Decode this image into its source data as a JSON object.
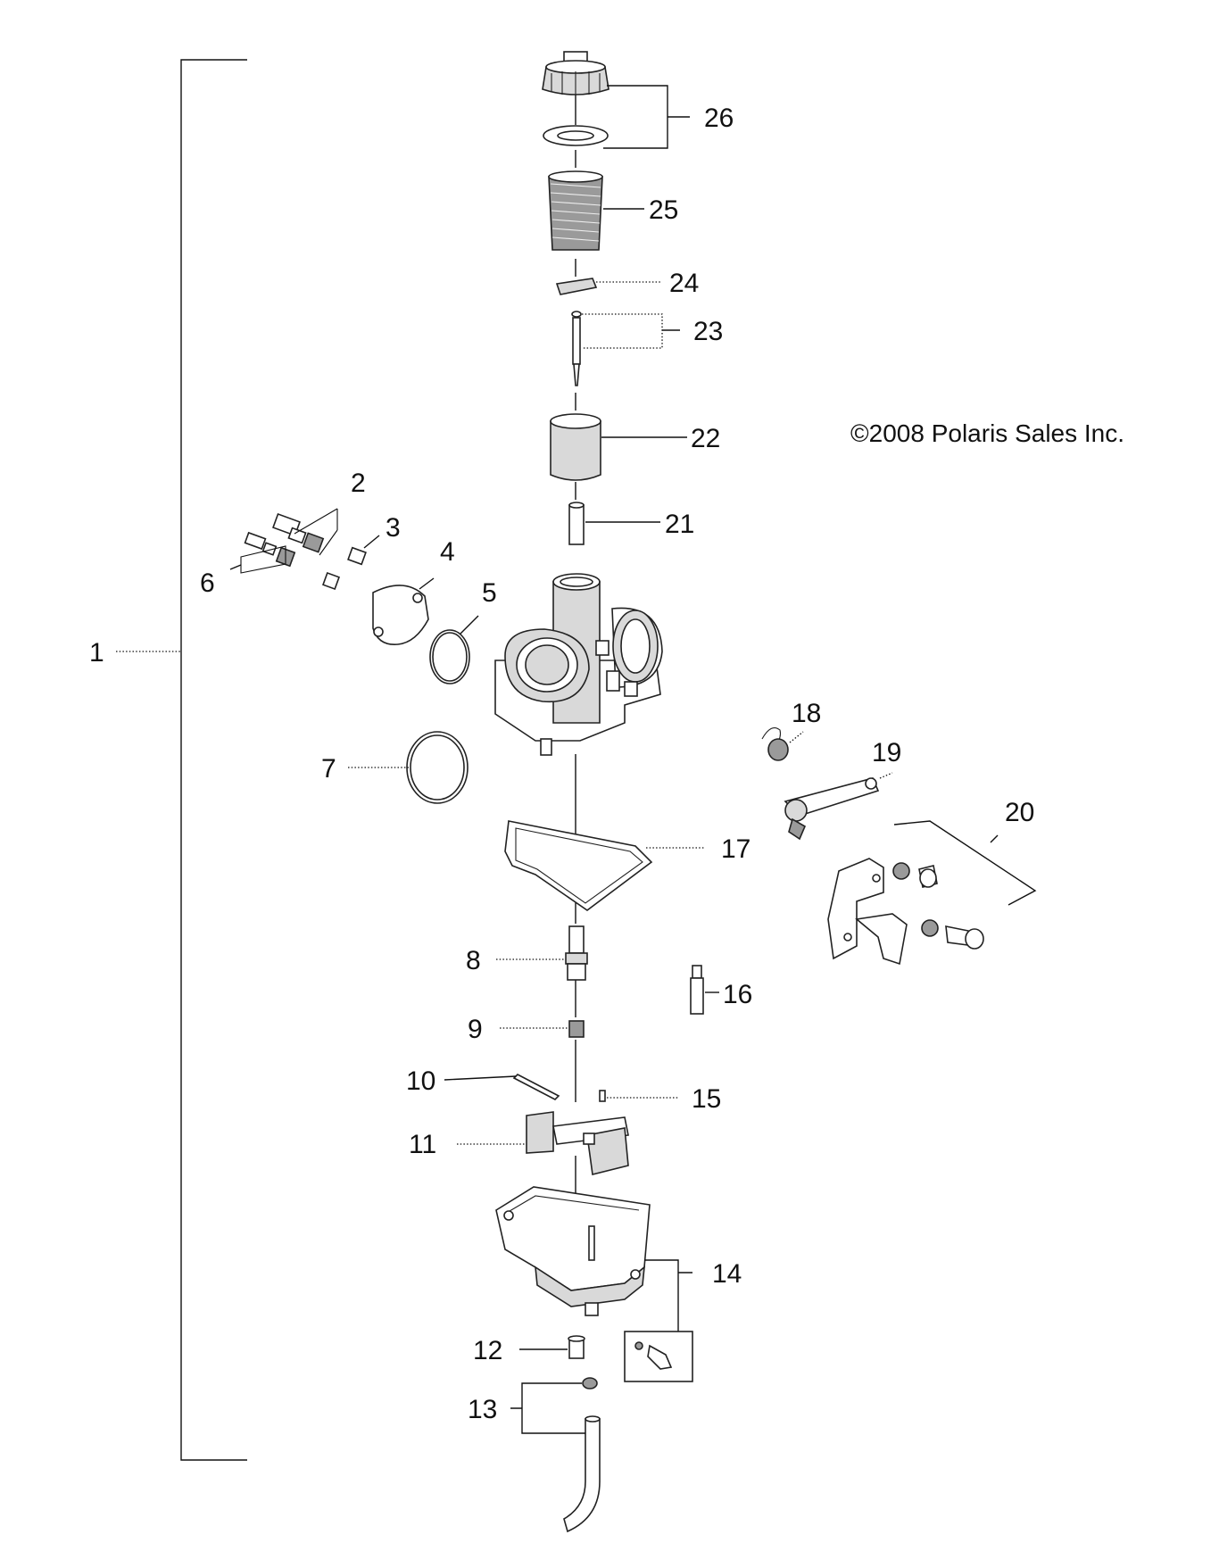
{
  "diagram": {
    "copyright": "©2008 Polaris Sales Inc.",
    "callouts": [
      "1",
      "2",
      "3",
      "4",
      "5",
      "6",
      "7",
      "8",
      "9",
      "10",
      "11",
      "12",
      "13",
      "14",
      "15",
      "16",
      "17",
      "18",
      "19",
      "20",
      "21",
      "22",
      "23",
      "24",
      "25",
      "26"
    ]
  }
}
